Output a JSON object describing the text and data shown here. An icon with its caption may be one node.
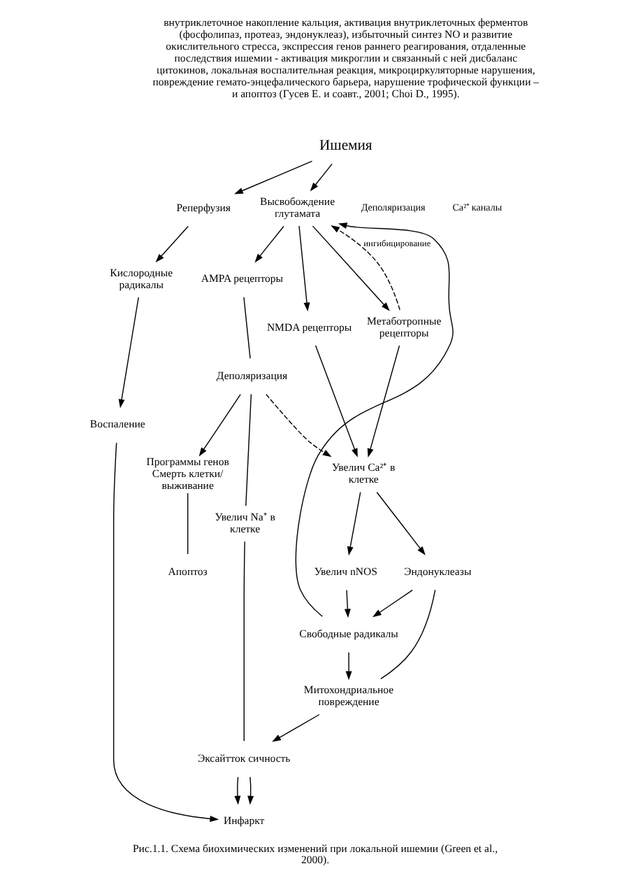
{
  "diagram": {
    "caption": "Рис.1.1. Схема биохимических изменений при локальной ишемии (Green et al., 2000).",
    "nodes": [
      {
        "text": [
          "Ишемия"
        ]
      },
      {
        "text": [
          "Высвобождение глутамата"
        ]
      },
      {
        "text": [
          "Реперфузия"
        ]
      },
      {
        "text": [
          "NMDA рецепторы"
        ]
      },
      {
        "text": [
          "AMPA рецепторы"
        ]
      },
      {
        "text": [
          "Метаботропные рецепторы"
        ]
      },
      {
        "text": [
          "Кислородные радикалы"
        ]
      },
      {
        "text": [
          "Увелич Ca²⁺ в клетке"
        ]
      },
      {
        "text": [
          "Деполяризация"
        ]
      },
      {
        "text": [
          "Увелич Na⁺ в клетке"
        ]
      },
      {
        "text": [
          "Программы генов Смерть клетки/ выживание"
        ]
      },
      {
        "text": [
          "Увелич nNOS"
        ]
      },
      {
        "text": [
          "Свободные радикалы"
        ]
      },
      {
        "text": [
          "Эндонуклеазы"
        ]
      },
      {
        "text": [
          "Апоптоз"
        ]
      },
      {
        "text": [
          "Воспаление"
        ]
      },
      {
        "text": [
          "Митохондриальное повреждение"
        ]
      },
      {
        "text": [
          "Эксайтток сичность"
        ]
      },
      {
        "text": [
          "Инфаркт"
        ]
      }
    ],
    "edges": [
      {
        "from": 0,
        "to": 1,
        "arrow": "to"
      },
      {
        "from": 0,
        "to": 2,
        "arrow": "to"
      },
      {
        "from": 2,
        "to": 6,
        "arrow": "to"
      },
      {
        "from": 6,
        "to": 15,
        "arrow": "to"
      },
      {
        "from": 15,
        "to": 18,
        "arrow": "to"
      },
      {
        "from": 1,
        "to": 3,
        "arrow": "to"
      },
      {
        "from": 1,
        "to": 4,
        "arrow": "to"
      },
      {
        "from": 1,
        "to": 5,
        "arrow": "to"
      },
      {
        "from": 5,
        "to": 1,
        "arrow": "to",
        "style": "dashed",
        "label": "ингибицирование"
      },
      {
        "from": 12,
        "to": 1,
        "arrow": "to"
      },
      {
        "from": 3,
        "to": 7,
        "arrow": "to"
      },
      {
        "from": 5,
        "to": 7,
        "arrow": "to"
      },
      {
        "from": 4,
        "to": 8,
        "arrow": "none"
      },
      {
        "from": 8,
        "to": 7,
        "arrow": "to",
        "style": "dashed"
      },
      {
        "from": 8,
        "to": 9,
        "arrow": "none"
      },
      {
        "from": 8,
        "to": 10,
        "arrow": "to"
      },
      {
        "from": 7,
        "to": 11,
        "arrow": "to"
      },
      {
        "from": 7,
        "to": 13,
        "arrow": "to"
      },
      {
        "from": 11,
        "to": 12,
        "arrow": "to"
      },
      {
        "from": 13,
        "to": 12,
        "arrow": "to"
      },
      {
        "from": 12,
        "to": 16,
        "arrow": "to"
      },
      {
        "from": 13,
        "to": 16,
        "arrow": "none"
      },
      {
        "from": 16,
        "to": 17,
        "arrow": "to"
      },
      {
        "from": 9,
        "to": 17,
        "arrow": "none"
      },
      {
        "from": 10,
        "to": 14,
        "arrow": "none"
      },
      {
        "from": 17,
        "to": 18,
        "arrow": "to"
      },
      {
        "from": 17,
        "to": 18,
        "arrow": "to"
      }
    ],
    "labels": [
      "внутриклеточное накопление кальция, активация внутриклеточных ферментов (фосфолипаз, протеаз, эндонуклеаз), избыточный синтез NO и развитие окислительного стресса, экспрессия генов раннего реагирования, отдаленные последствия ишемии - активация микроглии и связанный с ней дисбаланс цитокинов, локальная воспалительная реакция, микроциркуляторные нарушения, повреждение гемато-энцефалического барьера, нарушение трофической функции – и апоптоз (Гусев Е. и соавт., 2001; Choi D., 1995).",
      "Деполяризация",
      "Ca²⁺ каналы"
    ]
  }
}
